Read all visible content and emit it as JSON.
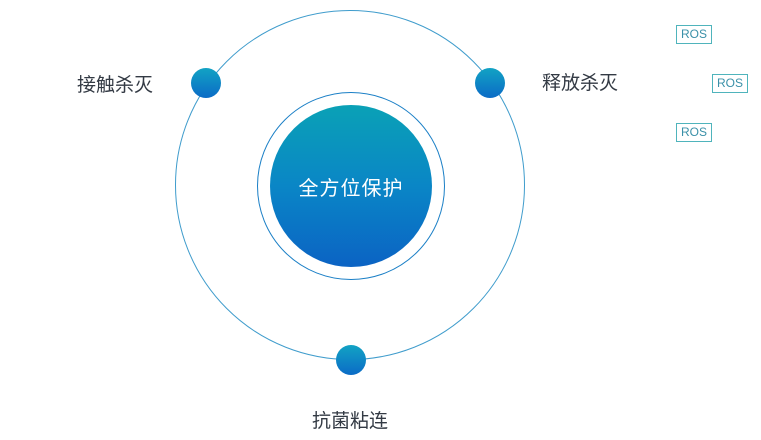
{
  "center": {
    "label": "全方位保护"
  },
  "nodes": [
    {
      "label": "接触杀灭"
    },
    {
      "label": "释放杀灭"
    },
    {
      "label": "抗菌粘连"
    }
  ],
  "ros_tags": [
    "ROS",
    "ROS",
    "ROS"
  ],
  "colors": {
    "accent_teal": "#0aa1b6",
    "accent_blue": "#0b63c4",
    "ring": "#3f9ccc",
    "tag_border": "#4fb4bc"
  }
}
